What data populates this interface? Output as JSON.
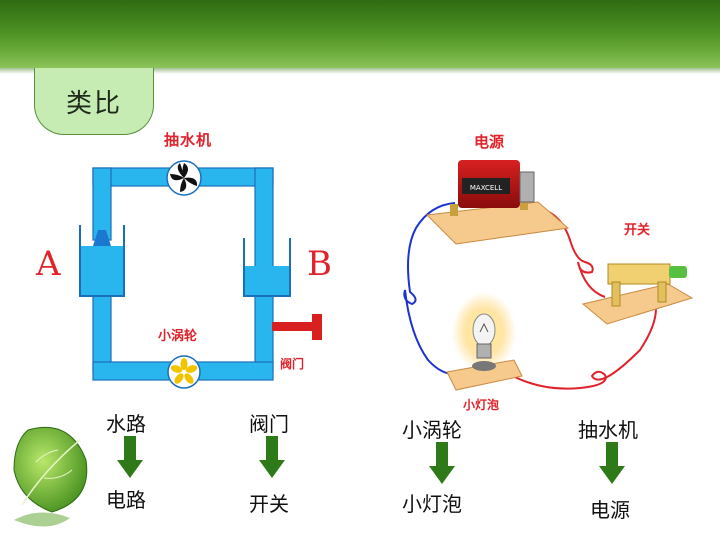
{
  "header": {
    "title": "类比"
  },
  "water_diagram": {
    "pump_label": "抽水机",
    "tank_a_label": "A",
    "tank_b_label": "B",
    "turbine_label": "小涡轮",
    "valve_label": "阀门"
  },
  "circuit_diagram": {
    "source_label": "电源",
    "switch_label": "开关",
    "bulb_label": "小灯泡",
    "battery_text": "MAXCELL"
  },
  "analogies": [
    {
      "from": "水路",
      "to": "电路"
    },
    {
      "from": "阀门",
      "to": "开关"
    },
    {
      "from": "小涡轮",
      "to": "小灯泡"
    },
    {
      "from": "抽水机",
      "to": "电源"
    }
  ],
  "colors": {
    "water": "#29b6ee",
    "pipe_outline": "#1a6fb8",
    "label_red": "#e0222a",
    "arrow": "#2f7a18",
    "header_green": "#4b8f22"
  }
}
